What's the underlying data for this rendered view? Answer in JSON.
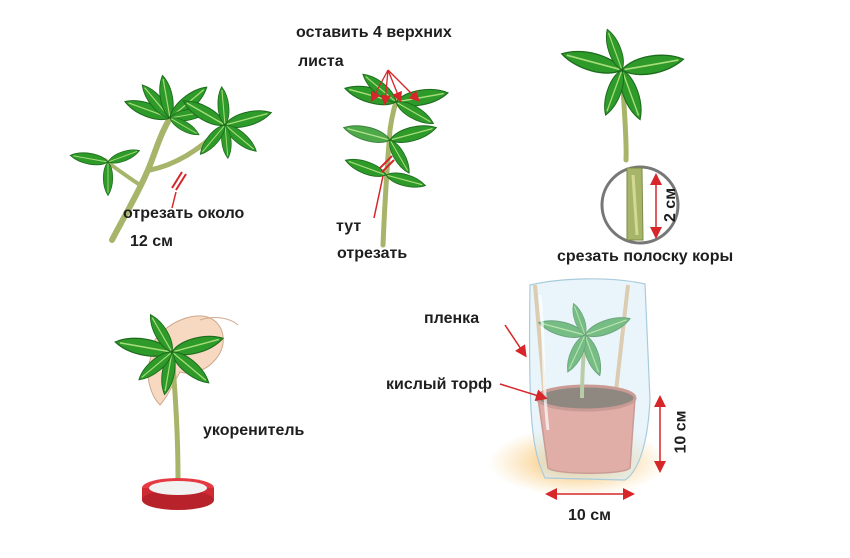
{
  "labels": {
    "step1_cut_line1": "отрезать около",
    "step1_cut_line2": "12 см",
    "step2_leave_line1": "оставить 4 верхних",
    "step2_leave_line2": "листа",
    "step2_here": "тут",
    "step2_cut": "отрезать",
    "step3_bark": "срезать полоску коры",
    "step3_size": "2 см",
    "step4_rooting": "укоренитель",
    "step5_film": "пленка",
    "step5_peat": "кислый торф",
    "step5_height": "10 см",
    "step5_width": "10 см"
  },
  "colors": {
    "leaf": "#2e9a2a",
    "leaf_light": "#7cc653",
    "stem": "#a7b56a",
    "arrow_red": "#d6262a",
    "pot": "#ef7d68",
    "jar_lid": "#e63a43",
    "soil": "#5a3a24",
    "ground": "#f3b34a"
  }
}
